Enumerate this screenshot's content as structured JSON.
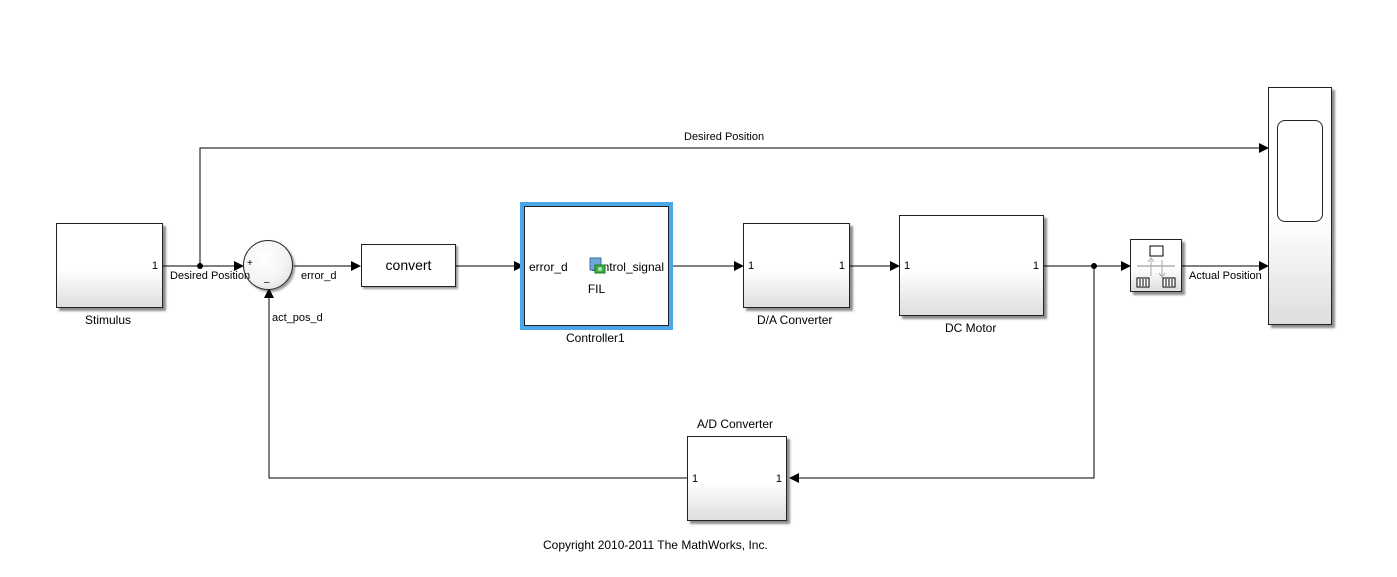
{
  "blocks": {
    "stimulus": {
      "name": "Stimulus",
      "out_port": "1"
    },
    "sum": {
      "plus": "+",
      "minus": "–"
    },
    "convert": {
      "text": "convert"
    },
    "controller": {
      "name": "Controller1",
      "in_port": "error_d",
      "out_port": "control_signal",
      "center_text": "FIL"
    },
    "da": {
      "name": "D/A Converter",
      "in_port": "1",
      "out_port": "1"
    },
    "motor": {
      "name": "DC Motor",
      "in_port": "1",
      "out_port": "1"
    },
    "ad": {
      "name": "A/D Converter",
      "in_port": "1",
      "out_port": "1"
    },
    "scope": {
      "name": ""
    }
  },
  "signals": {
    "desired_top": "Desired Position",
    "desired_left": "Desired Position",
    "error": "error_d",
    "act_pos": "act_pos_d",
    "actual": "Actual Position"
  },
  "footer": {
    "copyright": "Copyright 2010-2011 The MathWorks, Inc."
  },
  "colors": {
    "selection": "#4aa8e8",
    "line": "#000000"
  }
}
